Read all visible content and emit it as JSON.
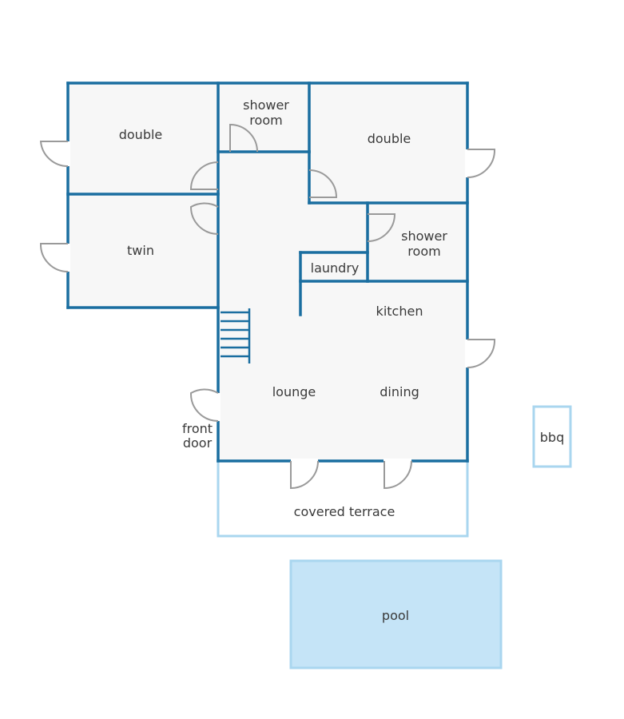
{
  "floorplan": {
    "rooms": {
      "double_left": "double",
      "shower_top_1": "shower",
      "shower_top_2": "room",
      "double_right": "double",
      "twin": "twin",
      "shower_right_1": "shower",
      "shower_right_2": "room",
      "laundry": "laundry",
      "kitchen": "kitchen",
      "lounge": "lounge",
      "dining": "dining",
      "front_door_1": "front",
      "front_door_2": "door",
      "covered_terrace": "covered terrace",
      "bbq": "bbq",
      "pool": "pool"
    },
    "colors": {
      "wall": "#1a6ea0",
      "floor": "#f7f7f7",
      "outdoor_outline": "#a9d6ef",
      "pool_fill": "#c5e4f7",
      "door": "#9a9a9a",
      "text": "#3a3a3a"
    }
  }
}
